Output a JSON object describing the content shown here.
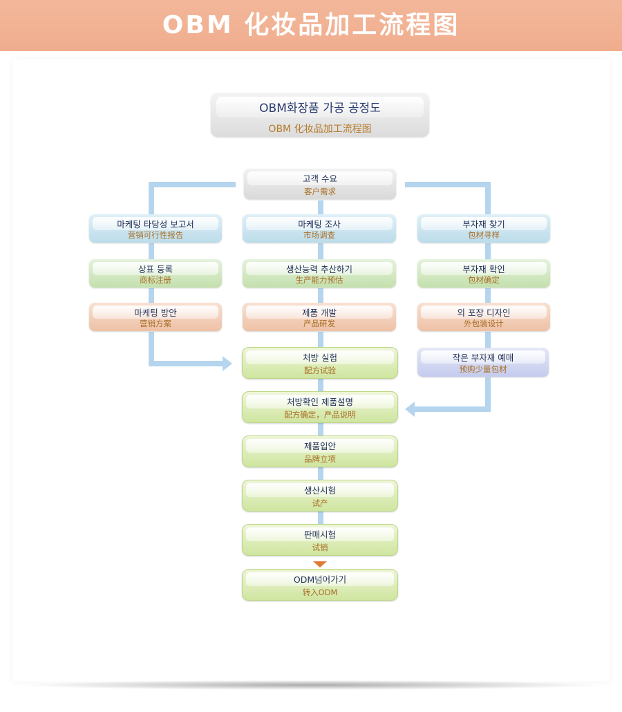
{
  "header": {
    "title": "OBM 化妆品加工流程图"
  },
  "diagram": {
    "title_ko": "OBM화장품 가공 공정도",
    "title_cn": "OBM 化妆品加工流程图",
    "nodes": {
      "customer_demand": {
        "ko": "고객 수요",
        "cn": "客户需求"
      },
      "marketing_feasibility": {
        "ko": "마케팅 타당성 보고서",
        "cn": "营销可行性报告"
      },
      "trademark_registration": {
        "ko": "상표 등록",
        "cn": "商标注册"
      },
      "marketing_plan": {
        "ko": "마케팅 방안",
        "cn": "营销方案"
      },
      "market_research": {
        "ko": "마케팅 조사",
        "cn": "市场调查"
      },
      "capacity_estimate": {
        "ko": "생산능력 추산하기",
        "cn": "生产能力预估"
      },
      "product_development": {
        "ko": "제품 개발",
        "cn": "产品研发"
      },
      "material_search": {
        "ko": "부자재 찾기",
        "cn": "包材寻样"
      },
      "material_confirm": {
        "ko": "부자재 확인",
        "cn": "包材确定"
      },
      "package_design": {
        "ko": "외 포장 디자인",
        "cn": "外包装设计"
      },
      "material_preorder": {
        "ko": "작은 부자재 예매",
        "cn": "预购少量包材"
      },
      "formula_test": {
        "ko": "처방 실험",
        "cn": "配方试验"
      },
      "formula_confirm": {
        "ko": "처방확인 제품설명",
        "cn": "配方确定，产品说明"
      },
      "product_launch": {
        "ko": "제품입안",
        "cn": "品牌立项"
      },
      "trial_production": {
        "ko": "생산시험",
        "cn": "试产"
      },
      "trial_sales": {
        "ko": "판매시험",
        "cn": "试销"
      },
      "odm_transfer": {
        "ko": "ODM넘어가기",
        "cn": "转入ODM"
      }
    }
  },
  "colors": {
    "banner": "#f0ad8e",
    "connector": "#b5d5ee",
    "accent_arrow": "#e07a32",
    "text_ko": "#1e2e56",
    "text_cn": "#a86d23"
  }
}
